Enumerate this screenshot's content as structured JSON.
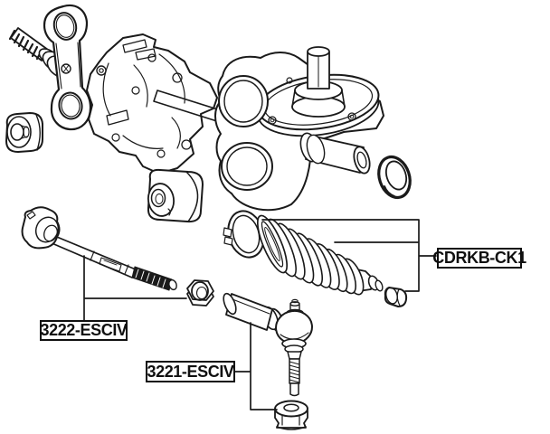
{
  "page": {
    "background_color": "#ffffff",
    "ink_color": "#1a1a1a",
    "type": "exploded-parts-diagram"
  },
  "labels": {
    "inner_tie_rod": {
      "text": "3222-ESCIV"
    },
    "tie_rod_end": {
      "text": "3221-ESCIV"
    },
    "boot_kit": {
      "text": "CDRKB-CK1"
    }
  },
  "parts": [
    {
      "id": "steering-gear-assembly"
    },
    {
      "id": "mount-bushing-left"
    },
    {
      "id": "mount-bushing-center"
    },
    {
      "id": "rack-seal-ring"
    },
    {
      "id": "inner-tie-rod"
    },
    {
      "id": "tie-rod-lock-nut"
    },
    {
      "id": "boot-clamp"
    },
    {
      "id": "steering-rack-boot"
    },
    {
      "id": "boot-end-cap"
    },
    {
      "id": "tie-rod-end"
    },
    {
      "id": "stud-flange-nut"
    }
  ]
}
